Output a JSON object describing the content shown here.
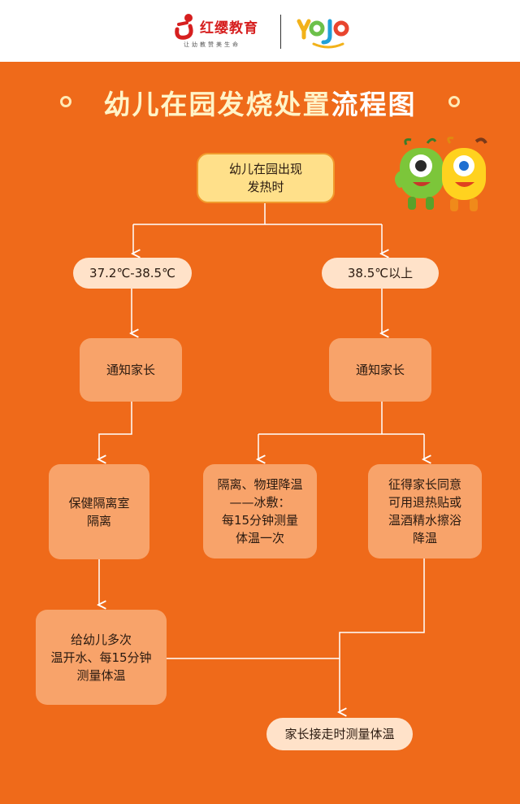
{
  "header": {
    "brand_name": "红缨教育",
    "brand_slogan": "让幼教赞美生命",
    "partner_logo_text": "yojo"
  },
  "title": {
    "main": "幼儿在园发烧处置",
    "highlight": "流程图"
  },
  "flowchart": {
    "start": "幼儿在园出现\n发热时",
    "branch_low": "37.2℃-38.5℃",
    "branch_high": "38.5℃以上",
    "notify_low": "通知家长",
    "notify_high": "通知家长",
    "isolate": "保健隔离室\n隔离",
    "cooling_ice": "隔离、物理降温\n——冰敷：\n每15分钟测量\n体温一次",
    "cooling_alcohol": "征得家长同意\n可用退热贴或\n温酒精水擦浴\n降温",
    "water": "给幼儿多次\n温开水、每15分钟\n测量体温",
    "end": "家长接走时测量体温"
  },
  "colors": {
    "background": "#ef6a1a",
    "pill_fill": "#ffe2c9",
    "box_fill": "#f8a36a",
    "start_fill": "#ffe08a",
    "start_border": "#f19a2c",
    "line": "#ffffff"
  }
}
